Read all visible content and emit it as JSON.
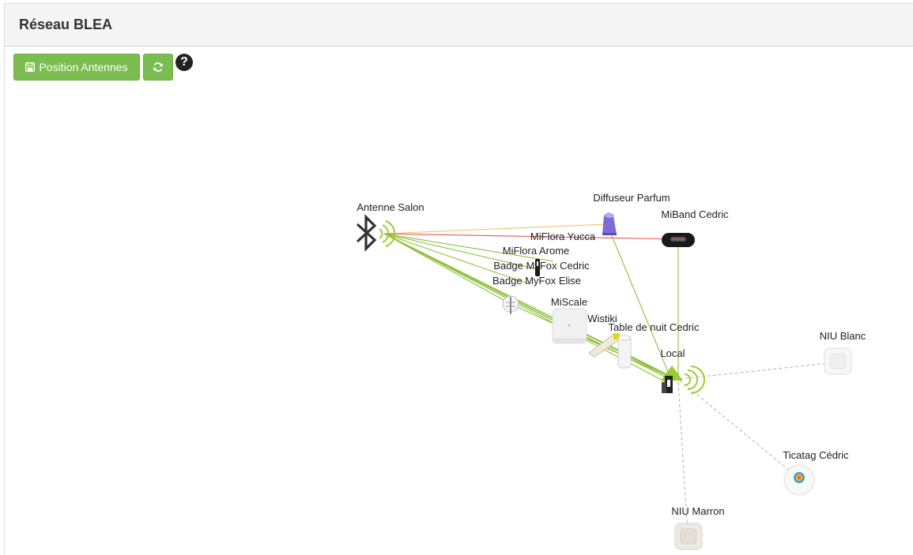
{
  "header": {
    "title": "Réseau BLEA"
  },
  "toolbar": {
    "position_label": "Position Antennes",
    "position_icon": "save-icon",
    "refresh_icon": "refresh-icon",
    "help_icon": "question-circle-icon",
    "help_glyph": "?",
    "button_color": "#7bbd50"
  },
  "colors": {
    "link_good": "#8fc13e",
    "link_weak": "#f3c26b",
    "link_bad": "#e05a5a",
    "link_local": "#b9b9b9"
  },
  "network": {
    "antennas": [
      {
        "id": "salon",
        "label": "Antenne Salon",
        "icon": "bluetooth-icon"
      },
      {
        "id": "local",
        "label": "Local",
        "icon": "home-signal-icon"
      }
    ],
    "devices": [
      {
        "id": "diffuseur",
        "label": "Diffuseur Parfum",
        "icon": "diffuser-icon"
      },
      {
        "id": "miband",
        "label": "MiBand Cedric",
        "icon": "fitness-band-icon"
      },
      {
        "id": "yucca",
        "label": "MiFlora Yucca",
        "icon": "plant-sensor-icon"
      },
      {
        "id": "arome",
        "label": "MiFlora Arome",
        "icon": "plant-sensor-icon"
      },
      {
        "id": "badgecedric",
        "label": "Badge MyFox Cedric",
        "icon": "badge-icon"
      },
      {
        "id": "badgeelise",
        "label": "Badge MyFox Elise",
        "icon": "badge-icon"
      },
      {
        "id": "miscale",
        "label": "MiScale",
        "icon": "scale-icon"
      },
      {
        "id": "wistiki",
        "label": "Wistiki",
        "icon": "tracker-tag-icon"
      },
      {
        "id": "tablenuit",
        "label": "Table de nuit Cedric",
        "icon": "nightlight-icon"
      },
      {
        "id": "niublanc",
        "label": "NIU Blanc",
        "icon": "niu-button-icon"
      },
      {
        "id": "ticatag",
        "label": "Ticatag Cédric",
        "icon": "ticatag-icon"
      },
      {
        "id": "niumarron",
        "label": "NIU Marron",
        "icon": "niu-button-icon"
      }
    ]
  }
}
